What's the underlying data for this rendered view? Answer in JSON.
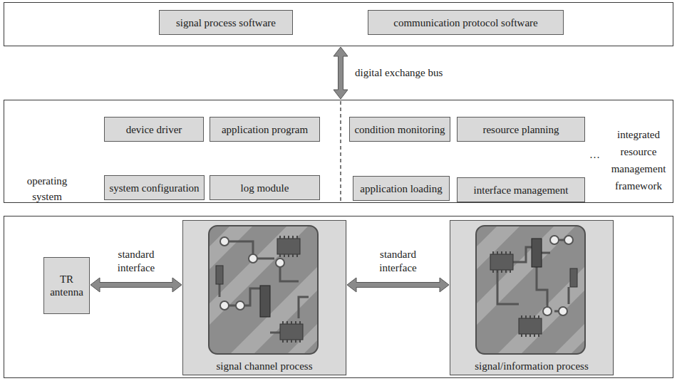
{
  "diagram": {
    "nodes": [
      {
        "text": []
      },
      {
        "text": [
          "signal process software"
        ],
        "in": 0
      },
      {
        "text": [
          "communication protocol software"
        ],
        "in": 0
      },
      {
        "text": [
          "operating system",
          "integrated resource management framework"
        ]
      },
      {
        "text": [
          "device driver"
        ],
        "in": 3
      },
      {
        "text": [
          "application program"
        ],
        "in": 3
      },
      {
        "text": [
          "system configuration"
        ],
        "in": 3
      },
      {
        "text": [
          "log module"
        ],
        "in": 3
      },
      {
        "text": [
          "condition monitoring"
        ],
        "in": 3
      },
      {
        "text": [
          "resource planning"
        ],
        "in": 3
      },
      {
        "text": [
          "application loading"
        ],
        "in": 3
      },
      {
        "text": [
          "interface management"
        ],
        "in": 3
      },
      {
        "text": []
      },
      {
        "text": [
          "TR antenna"
        ],
        "in": 12
      },
      {
        "text": [
          "signal channel process"
        ],
        "in": 12
      },
      {
        "text": [
          "signal/information process"
        ],
        "in": 12
      }
    ],
    "edges": [
      {
        "from": 0,
        "to": 3,
        "arrow": "both",
        "label": "digital exchange bus"
      },
      {
        "from": 13,
        "to": 14,
        "arrow": "both",
        "label": "standard interface"
      },
      {
        "from": 14,
        "to": 15,
        "arrow": "both",
        "label": "standard interface"
      }
    ],
    "labels": [
      "…"
    ]
  }
}
